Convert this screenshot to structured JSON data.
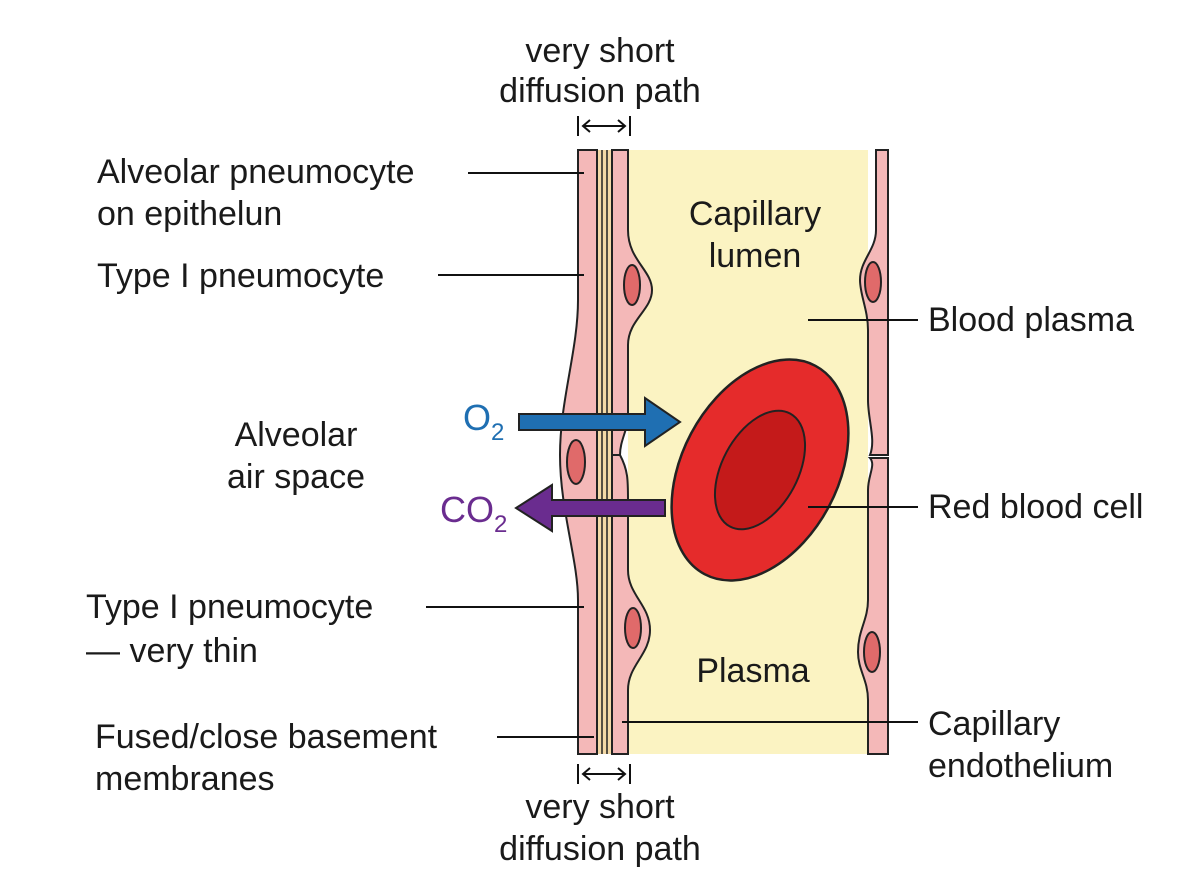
{
  "labels": {
    "diffusion_top_line1": "very short",
    "diffusion_top_line2": "diffusion path",
    "diffusion_bottom_line1": "very short",
    "diffusion_bottom_line2": "diffusion path",
    "alveolar_pneumocyte_line1": "Alveolar pneumocyte",
    "alveolar_pneumocyte_line2": "on epithelun",
    "type1_pneumocyte": "Type I pneumocyte",
    "alveolar_air_line1": "Alveolar",
    "alveolar_air_line2": "air space",
    "type1_thin_line1": "Type I pneumocyte",
    "type1_thin_line2": "— very thin",
    "basement_line1": "Fused/close basement",
    "basement_line2": "membranes",
    "capillary_lumen_line1": "Capillary",
    "capillary_lumen_line2": "lumen",
    "blood_plasma": "Blood plasma",
    "red_blood_cell": "Red blood cell",
    "plasma": "Plasma",
    "endothelium_line1": "Capillary",
    "endothelium_line2": "endothelium"
  },
  "gases": {
    "o2_base": "O",
    "o2_sub": "2",
    "co2_base": "CO",
    "co2_sub": "2"
  },
  "colors": {
    "o2": "#1f6fb2",
    "co2": "#6a2c8f",
    "plasma_fill": "#fbf3c2",
    "cell_fill": "#f4b8b8",
    "nucleus": "#e06a6a",
    "rbc_outer": "#e52b2b",
    "rbc_inner": "#c41a1a"
  }
}
